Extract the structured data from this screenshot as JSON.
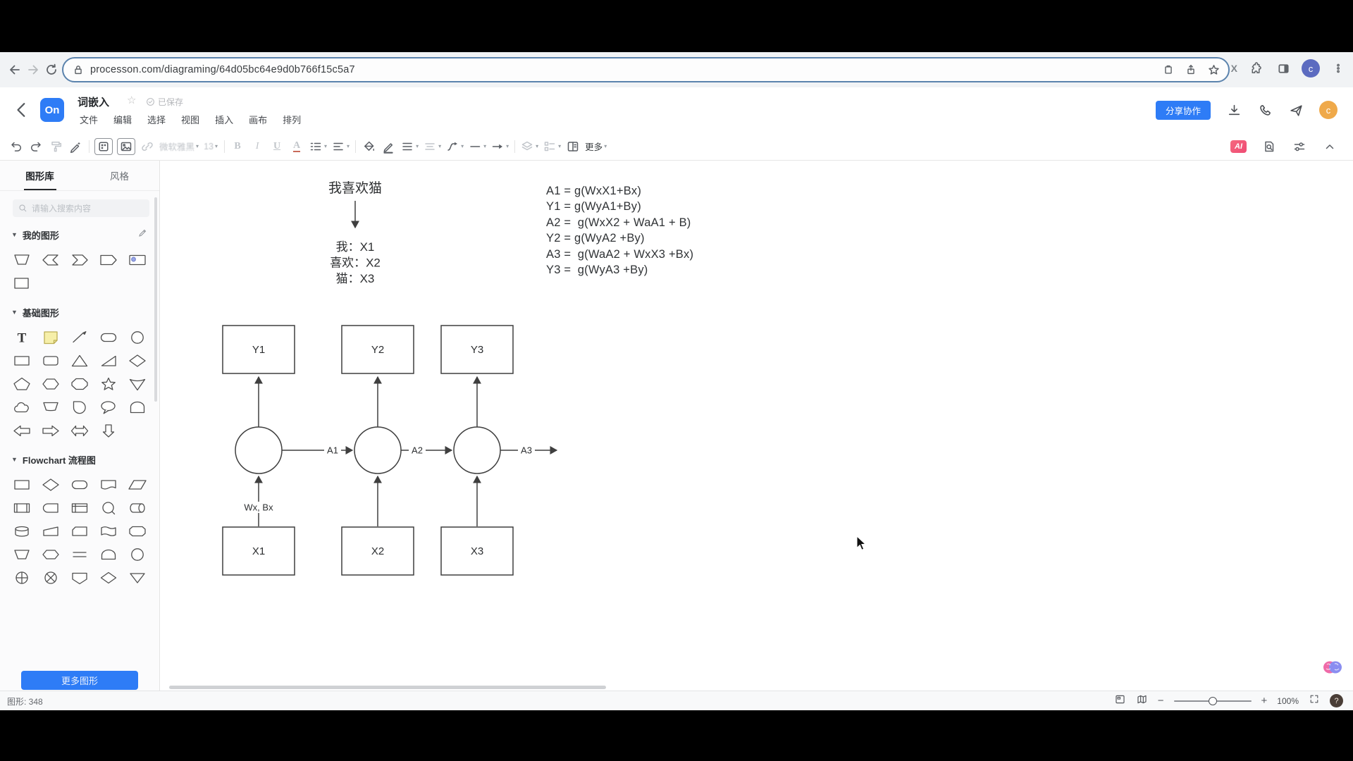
{
  "browser": {
    "url": "processon.com/diagraming/64d05bc64e9d0b766f15c5a7",
    "profile_initial": "c",
    "extension_letter": "X"
  },
  "header": {
    "logo_text": "On",
    "doc_title": "词嵌入",
    "star": "☆",
    "saved_status": "已保存",
    "menus": [
      "文件",
      "编辑",
      "选择",
      "视图",
      "插入",
      "画布",
      "排列"
    ],
    "share_button": "分享协作",
    "avatar_initial": "c"
  },
  "toolbar": {
    "left_items": [
      {
        "name": "undo"
      },
      {
        "name": "redo"
      },
      {
        "name": "format-painter",
        "disabled": true
      },
      {
        "name": "magic-pen"
      },
      {
        "name": "divider"
      },
      {
        "name": "frame",
        "boxed": true
      },
      {
        "name": "image",
        "boxed": true
      },
      {
        "name": "link",
        "disabled": true
      },
      {
        "name": "font-family",
        "label": "微软雅黑",
        "disabled": true,
        "caret": true
      },
      {
        "name": "font-size",
        "label": "13",
        "disabled": true,
        "caret": true
      },
      {
        "name": "divider"
      },
      {
        "name": "bold",
        "letter": "B",
        "disabled": true
      },
      {
        "name": "italic",
        "letter": "I",
        "disabled": true
      },
      {
        "name": "underline",
        "letter": "U",
        "disabled": true
      },
      {
        "name": "font-color",
        "letter": "A",
        "disabled": true
      },
      {
        "name": "numbered-list",
        "caret": true
      },
      {
        "name": "text-align",
        "caret": true
      },
      {
        "name": "divider"
      },
      {
        "name": "fill-color"
      },
      {
        "name": "stroke-color"
      },
      {
        "name": "line-spacing",
        "caret": true
      },
      {
        "name": "block-align",
        "disabled": true,
        "caret": true
      },
      {
        "name": "connector-style",
        "caret": true
      },
      {
        "name": "line-style",
        "caret": true
      },
      {
        "name": "arrow-style",
        "caret": true
      },
      {
        "name": "divider"
      },
      {
        "name": "layers",
        "disabled": true,
        "caret": true
      },
      {
        "name": "outline-list",
        "disabled": true,
        "caret": true
      },
      {
        "name": "split-panel"
      },
      {
        "name": "more",
        "label": "更多",
        "caret": true
      }
    ],
    "right_items": [
      {
        "name": "ai-assistant",
        "label": "AI"
      },
      {
        "name": "doc-search"
      },
      {
        "name": "preferences"
      },
      {
        "name": "collapse-toolbar"
      }
    ]
  },
  "sidebar": {
    "tabs": [
      {
        "label": "图形库",
        "active": true
      },
      {
        "label": "风格",
        "active": false
      }
    ],
    "search_placeholder": "请输入搜索内容",
    "sections": [
      {
        "title": "我的图形",
        "editable": true,
        "shapes": [
          "trapezoid-down",
          "banner-left",
          "banner-right",
          "pennant-right",
          "image-shape",
          "rect-plain"
        ]
      },
      {
        "title": "基础图形",
        "shapes": [
          "text",
          "sticky-note",
          "pen",
          "pill",
          "circle",
          "rect",
          "rounded-rect",
          "triangle",
          "right-triangle",
          "diamond",
          "pentagon",
          "hexagon",
          "octagon",
          "star",
          "cone",
          "cloud",
          "fan",
          "teardrop",
          "callout",
          "arch",
          "arrow-left",
          "arrow-right",
          "arrow-both",
          "arrow-down"
        ]
      },
      {
        "title": "Flowchart 流程图",
        "shapes": [
          "process",
          "decision",
          "terminator",
          "document",
          "parallelogram",
          "subroutine",
          "delay-left",
          "internal-storage",
          "junction",
          "cylinder-h",
          "database",
          "manual-input",
          "card",
          "stored-data",
          "prep-alt",
          "trapezoid",
          "preparation",
          "double-line",
          "half-rounded",
          "circle",
          "summing",
          "or-junction",
          "display",
          "decision-alt",
          "merge"
        ]
      }
    ],
    "more_shapes_button": "更多图形"
  },
  "canvas": {
    "sentence": "我喜欢猫",
    "word_mappings": [
      "我：X1",
      "喜欢：X2",
      "猫：X3"
    ],
    "formulas": [
      "A1 = g(WxX1+Bx)",
      "Y1 = g(WyA1+By)",
      "A2 =  g(WxX2 + WaA1 + B)",
      "Y2 = g(WyA2 +By)",
      "A3 =  g(WaA2 + WxX3 +Bx)",
      "Y3 =  g(WyA3 +By)"
    ],
    "diagram": {
      "output_nodes": [
        "Y1",
        "Y2",
        "Y3"
      ],
      "input_nodes": [
        "X1",
        "X2",
        "X3"
      ],
      "edge_labels": [
        "A1",
        "A2",
        "A3"
      ],
      "input_weight_label": "Wx, Bx"
    }
  },
  "statusbar": {
    "shape_count": "图形: 348",
    "zoom_level": "100%",
    "help_label": "?"
  },
  "colors": {
    "brand_blue": "#2e7cf6",
    "ai_red": "#ef4b74",
    "avatar_orange": "#efa94a",
    "chrome_avatar_blue": "#5c6bc0",
    "urlbar_focus": "#5b83ad"
  }
}
